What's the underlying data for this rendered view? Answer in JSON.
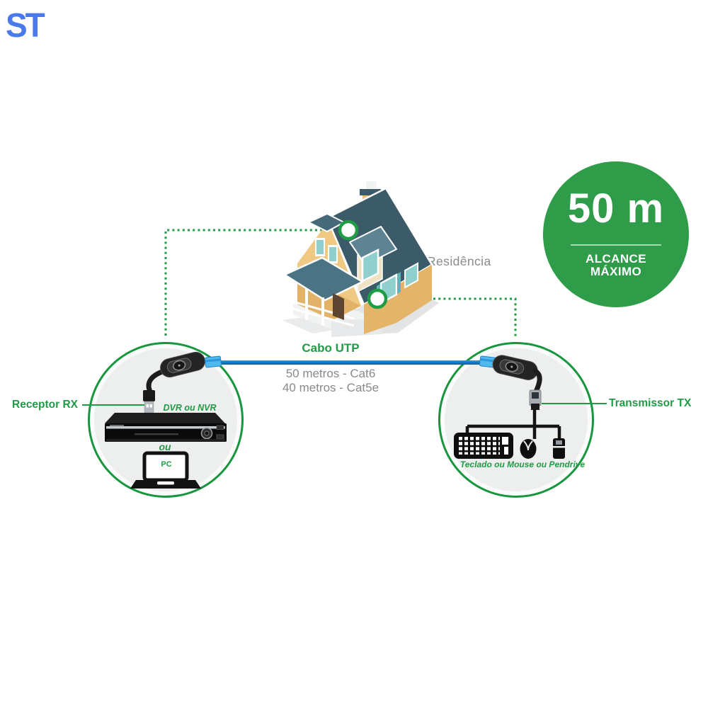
{
  "logo": {
    "text": "ST"
  },
  "house": {
    "label": "Residência"
  },
  "badge": {
    "distance": "50 m",
    "caption_line1": "ALCANCE",
    "caption_line2": "MÁXIMO"
  },
  "utp": {
    "title": "Cabo UTP",
    "spec_cat6": "50 metros - Cat6",
    "spec_cat5e": "40 metros - Cat5e"
  },
  "left_group": {
    "label": "Receptor RX",
    "device_label": "DVR ou NVR",
    "or_label": "ou",
    "pc_label": "PC"
  },
  "right_group": {
    "label": "Transmissor TX",
    "devices_label": "Teclado ou Mouse ou Pendrive"
  },
  "colors": {
    "green": "#1F9C45",
    "circle_border": "#17963E",
    "circle_fill": "#EDEEEE",
    "badge_green": "#2F9C49",
    "cable_blue": "#1879C0",
    "gray_text": "#878B8E",
    "logo_blue": "#4A79EB"
  }
}
